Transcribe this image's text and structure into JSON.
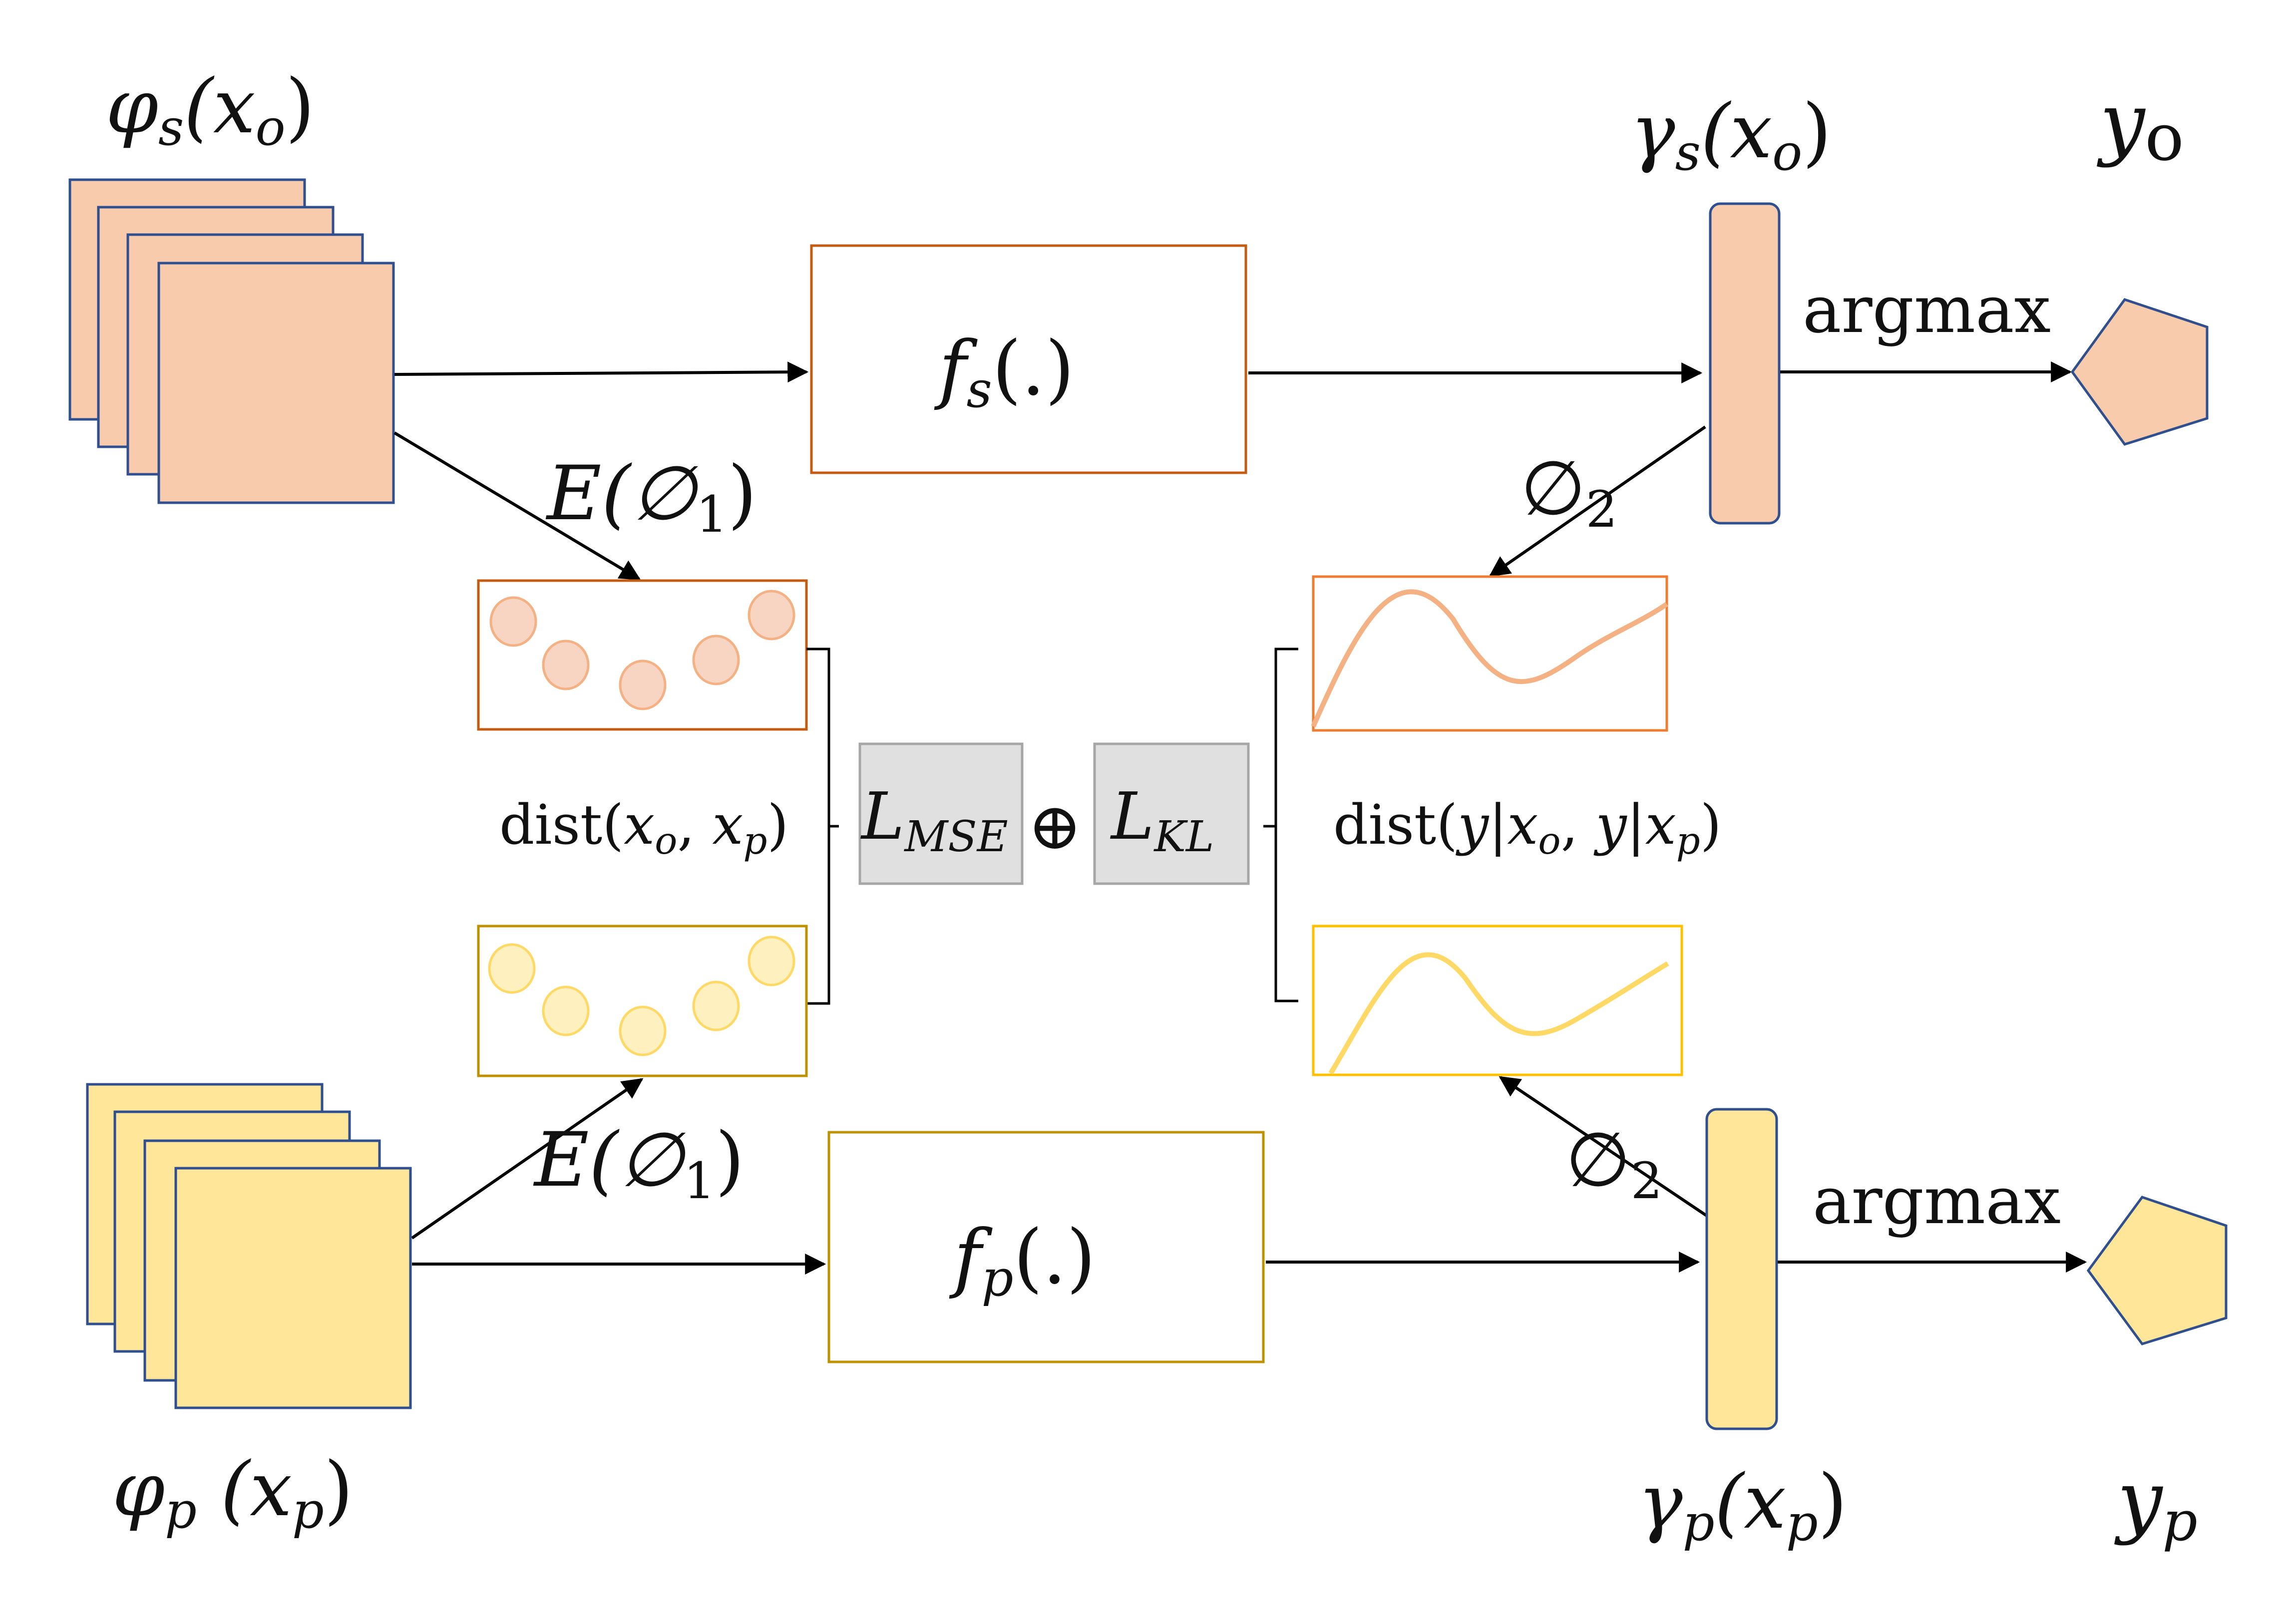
{
  "colors": {
    "source_fill": "#F7CBAC",
    "source_stroke": "#C55A11",
    "source_curve": "#F4B183",
    "source_dot_fill": "#F8D5C2",
    "source_dot_stroke": "#F4B183",
    "proxy_fill": "#FFE699",
    "proxy_stroke": "#BF9000",
    "proxy_curve": "#FFD966",
    "proxy_dot_fill": "#FFF0C0",
    "proxy_dot_stroke": "#FFD966",
    "stack_border": "#2F4F8F",
    "rect_source_curve_border": "#ED7D31",
    "rect_proxy_curve_border": "#FFC000",
    "loss_fill": "#E0E0E0",
    "loss_stroke": "#A6A6A6",
    "arrow": "#000000"
  },
  "top": {
    "input_label": {
      "main": "φ",
      "sub": "s",
      "rest": "(x",
      "sub2": "o",
      "close": ")"
    },
    "model_label": {
      "main": "f",
      "sub": "s",
      "rest": "(.)"
    },
    "output_vector_label": {
      "main": "γ",
      "sub": "s",
      "rest": "(x",
      "sub2": "o",
      "close": ")"
    },
    "argmax_label": "argmax",
    "prediction_label": {
      "main": "y",
      "sub": "o"
    },
    "embedding_arrow_label": {
      "main": "E(∅",
      "sub": "1",
      "close": ")"
    },
    "softmax_arrow_label": {
      "main": "∅",
      "sub": "2"
    }
  },
  "bottom": {
    "input_label": {
      "main": "φ",
      "sub": "p",
      "rest": " (x",
      "sub2": "p",
      "close": ")"
    },
    "model_label": {
      "main": "f",
      "sub": "p",
      "rest": "(.)"
    },
    "output_vector_label": {
      "main": "γ",
      "sub": "p",
      "rest": "(x",
      "sub2": "p",
      "close": ")"
    },
    "argmax_label": "argmax",
    "prediction_label": {
      "main": "y",
      "sub": "p"
    },
    "embedding_arrow_label": {
      "main": "E(∅",
      "sub": "1",
      "close": ")"
    },
    "softmax_arrow_label": {
      "main": "∅",
      "sub": "2"
    }
  },
  "middle": {
    "feature_distance_label": {
      "prefix": "dist(",
      "a": "x",
      "a_sub": "o",
      "sep": ", ",
      "b": "x",
      "b_sub": "p",
      "close": ")"
    },
    "output_distance_label": {
      "prefix": "dist(",
      "a": "y|x",
      "a_sub": "o",
      "sep": ", ",
      "b": "y|x",
      "b_sub": "p",
      "close": ")"
    },
    "mse_loss": {
      "main": "L",
      "sub": "MSE"
    },
    "kl_loss": {
      "main": "L",
      "sub": "KL"
    },
    "combine_operator": "⊕"
  }
}
